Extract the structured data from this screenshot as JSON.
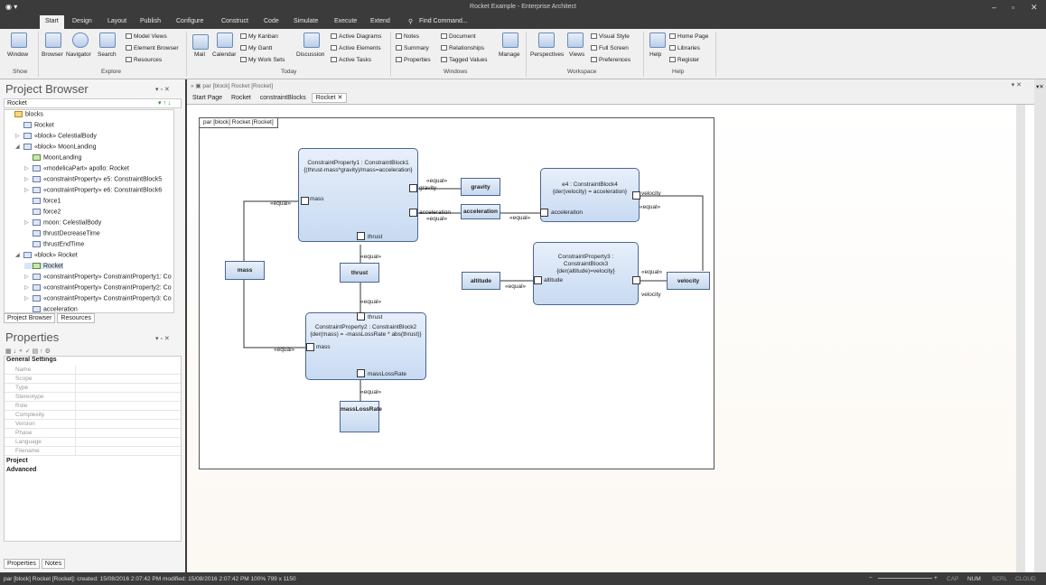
{
  "window": {
    "title": "Rocket Example - Enterprise Architect",
    "minimize": "–",
    "maximize": "▫",
    "close": "✕"
  },
  "menu": [
    "Start",
    "Design",
    "Layout",
    "Publish",
    "Configure",
    "Construct",
    "Code",
    "Simulate",
    "Execute",
    "Extend"
  ],
  "find_command": "Find Command...",
  "ribbon": {
    "show": {
      "label": "Show",
      "window": "Window"
    },
    "explore": {
      "label": "Explore",
      "browser": "Browser",
      "navigator": "Navigator",
      "search": "Search",
      "model_views": "Model Views",
      "element_browser": "Element Browser",
      "resources": "Resources"
    },
    "today": {
      "label": "Today",
      "mail": "Mail",
      "calendar": "Calendar",
      "my_kanban": "My Kanban",
      "my_gantt": "My Gantt",
      "my_work_sets": "My Work Sets",
      "discussion": "Discussion",
      "active_diagrams": "Active Diagrams",
      "active_elements": "Active Elements",
      "active_tasks": "Active Tasks"
    },
    "windows": {
      "label": "Windows",
      "notes": "Notes",
      "summary": "Summary",
      "properties": "Properties",
      "document": "Document",
      "relationships": "Relationships",
      "tagged_values": "Tagged Values",
      "manage": "Manage"
    },
    "workspace": {
      "label": "Workspace",
      "perspectives": "Perspectives",
      "views": "Views",
      "visual_style": "Visual Style",
      "full_screen": "Full Screen",
      "preferences": "Preferences"
    },
    "help": {
      "label": "Help",
      "help": "Help",
      "home_page": "Home Page",
      "libraries": "Libraries",
      "register": "Register"
    }
  },
  "project_browser": {
    "title": "Project Browser",
    "root": "Rocket",
    "items": [
      {
        "text": "blocks",
        "twisty": "",
        "icon": "pkg"
      },
      {
        "text": "Rocket",
        "twisty": "",
        "icon": "elem"
      },
      {
        "text": "«block» CelestialBody",
        "twisty": "▷",
        "icon": "elem"
      },
      {
        "text": "«block» MoonLanding",
        "twisty": "◢",
        "icon": "elem"
      },
      {
        "text": "MoonLanding",
        "twisty": "",
        "icon": "diag"
      },
      {
        "text": "«modelicaPart» apollo: Rocket",
        "twisty": "▷",
        "icon": "elem"
      },
      {
        "text": "«constraintProperty» e5: ConstraintBlock5",
        "twisty": "▷",
        "icon": "elem"
      },
      {
        "text": "«constraintProperty» e6: ConstraintBlock6",
        "twisty": "▷",
        "icon": "elem"
      },
      {
        "text": "force1",
        "twisty": "",
        "icon": "elem"
      },
      {
        "text": "force2",
        "twisty": "",
        "icon": "elem"
      },
      {
        "text": "moon: CelestialBody",
        "twisty": "▷",
        "icon": "elem"
      },
      {
        "text": "thrustDecreaseTime",
        "twisty": "",
        "icon": "elem"
      },
      {
        "text": "thrustEndTime",
        "twisty": "",
        "icon": "elem"
      },
      {
        "text": "«block» Rocket",
        "twisty": "◢",
        "icon": "elem"
      },
      {
        "text": "Rocket",
        "twisty": "",
        "icon": "diag"
      },
      {
        "text": "«constraintProperty» ConstraintProperty1: Co",
        "twisty": "▷",
        "icon": "elem"
      },
      {
        "text": "«constraintProperty» ConstraintProperty2: Co",
        "twisty": "▷",
        "icon": "elem"
      },
      {
        "text": "«constraintProperty» ConstraintProperty3: Co",
        "twisty": "▷",
        "icon": "elem"
      },
      {
        "text": "acceleration",
        "twisty": "",
        "icon": "elem"
      }
    ],
    "tabs": [
      "Project Browser",
      "Resources"
    ]
  },
  "properties": {
    "title": "Properties",
    "general_settings": "General Settings",
    "rows": [
      "Name",
      "Scope",
      "Type",
      "Stereotype",
      "Role",
      "Complexity",
      "Version",
      "Phase",
      "Language",
      "Filename"
    ],
    "project": "Project",
    "advanced": "Advanced",
    "tabs": [
      "Properties",
      "Notes"
    ]
  },
  "doc": {
    "breadcrumb": "par [block] Rocket [Rocket]",
    "tabs": [
      "Start Page",
      "Rocket",
      "constraintBlocks",
      "Rocket"
    ]
  },
  "diagram": {
    "frame_label": "par [block] Rocket [Rocket]",
    "blocks": {
      "cp1": [
        "ConstraintProperty1 : ConstraintBlock1",
        "{(thrust-mass*gravity)/mass=acceleration}"
      ],
      "cp2": [
        "ConstraintProperty2 : ConstraintBlock2",
        "{der(mass) = -massLossRate * abs(thrust)}"
      ],
      "cp3": [
        "ConstraintProperty3 :",
        "ConstraintBlock3",
        "{der(altitude)=velocity}"
      ],
      "e4": [
        "e4 : ConstraintBlock4",
        "{der(velocity) = acceleration}"
      ]
    },
    "boxes": {
      "gravity": "gravity",
      "acceleration": "acceleration",
      "mass": "mass",
      "thrust": "thrust",
      "altitude": "altitude",
      "velocity": "velocity",
      "massLossRate": "massLossRate"
    },
    "ports": {
      "mass": "mass",
      "gravity": "gravity",
      "acceleration": "acceleration",
      "thrust": "thrust",
      "thrust2": "thrust",
      "mass2": "mass",
      "massLossRate": "massLossRate",
      "e4_acc": "acceleration",
      "velocity": "velocity",
      "altitude": "altitude",
      "velocity2": "velocity"
    },
    "equal": "«equal»"
  },
  "status": {
    "left": "par [block] Rocket [Rocket]:  created: 15/08/2016 2:07:42 PM  modified: 15/08/2016 2:07:42 PM  100%  799 x 1150",
    "cap": "CAP",
    "num": "NUM",
    "scrl": "SCRL",
    "cloud": "CLOUD",
    "zoom_minus": "−",
    "zoom_plus": "+"
  }
}
